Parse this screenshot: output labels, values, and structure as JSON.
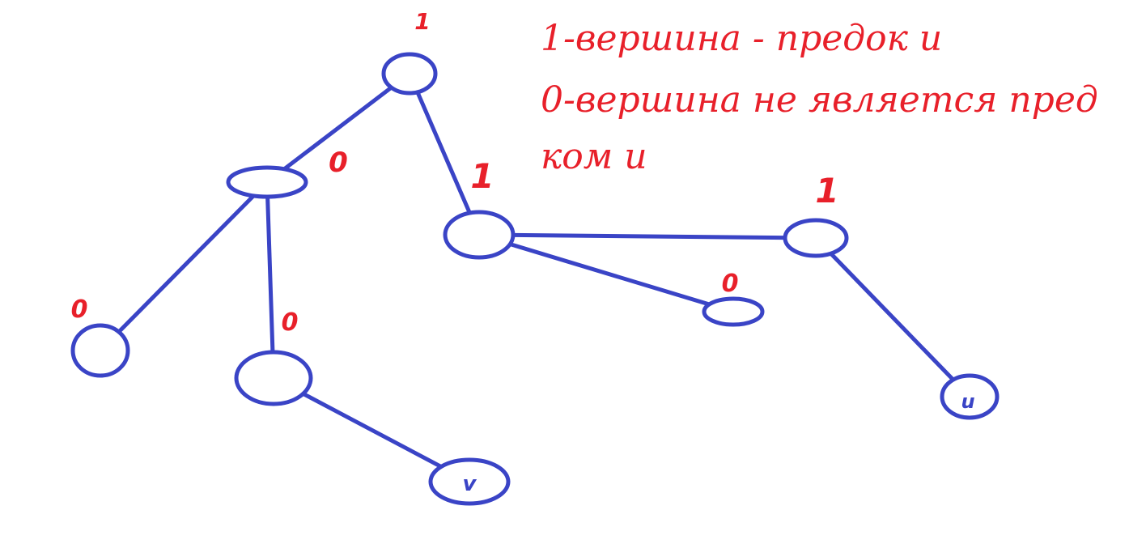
{
  "colors": {
    "graph": "#3a44c6",
    "annotation": "#e8202a",
    "background": "#ffffff"
  },
  "note": {
    "lines": [
      "1-вершина - предок u",
      "0-вершина не является пред",
      "ком u"
    ]
  },
  "nodes": [
    {
      "id": "top",
      "label": "1",
      "label_color": "annotation"
    },
    {
      "id": "mid-left",
      "label": "0",
      "label_color": "annotation"
    },
    {
      "id": "center",
      "label": "1",
      "label_color": "annotation"
    },
    {
      "id": "right",
      "label": "1",
      "label_color": "annotation"
    },
    {
      "id": "small-right",
      "label": "0",
      "label_color": "annotation"
    },
    {
      "id": "bottom-left",
      "label": "0",
      "label_color": "annotation"
    },
    {
      "id": "lower-mid",
      "label": "0",
      "label_color": "annotation"
    },
    {
      "id": "v",
      "label": "v",
      "label_color": "graph"
    },
    {
      "id": "u",
      "label": "u",
      "label_color": "graph"
    }
  ],
  "edges": [
    [
      "top",
      "mid-left"
    ],
    [
      "top",
      "center"
    ],
    [
      "mid-left",
      "bottom-left"
    ],
    [
      "mid-left",
      "lower-mid"
    ],
    [
      "lower-mid",
      "v"
    ],
    [
      "center",
      "right"
    ],
    [
      "center",
      "small-right"
    ],
    [
      "right",
      "u"
    ]
  ]
}
